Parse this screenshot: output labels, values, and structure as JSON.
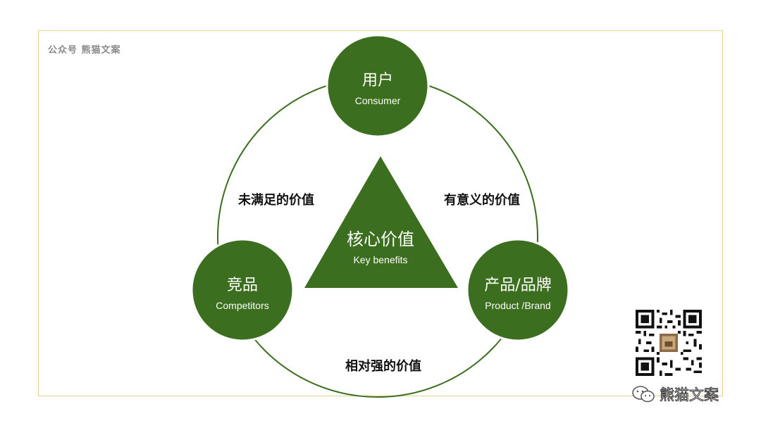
{
  "watermark": "公众号 熊猫文案",
  "colors": {
    "node": "#3c6e1f",
    "ring": "#3c6e1f",
    "frame": "#e8d38a"
  },
  "nodes": {
    "consumer": {
      "title": "用户",
      "subtitle": "Consumer"
    },
    "competitors": {
      "title": "竞品",
      "subtitle": "Competitors"
    },
    "product": {
      "title": "产品/品牌",
      "subtitle": "Product /Brand"
    }
  },
  "center": {
    "title": "核心价值",
    "subtitle": "Key benefits"
  },
  "edges": {
    "consumer_competitors": "未满足的价值",
    "consumer_product": "有意义的价值",
    "competitors_product": "相对强的价值"
  },
  "footer": {
    "account_name": "熊猫文案",
    "icon": "wechat-icon"
  },
  "qr_icon": "qr-code-icon"
}
